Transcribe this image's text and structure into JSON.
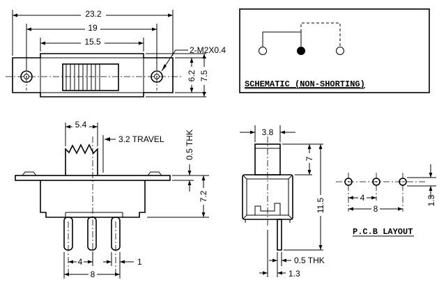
{
  "top_view": {
    "dim_overall_length": "23.2",
    "dim_hole_spacing": "19",
    "dim_body_length": "15.5",
    "dim_body_height": "6.2",
    "dim_flange_height": "7.5",
    "hole_callout": "2-M2X0.4"
  },
  "schematic": {
    "caption": "SCHEMATIC (NON-SHORTING)"
  },
  "front_view": {
    "dim_actuator_width": "5.4",
    "travel_label": "3.2 TRAVEL",
    "dim_flange_thickness": "0.5 THK",
    "dim_body_height": "7.2",
    "dim_pin_pitch": "4",
    "dim_pin_span": "8",
    "dim_pin_width": "1"
  },
  "side_view": {
    "dim_actuator_width": "3.8",
    "dim_actuator_height": "7",
    "dim_overall_height": "11.5",
    "dim_pin_thickness": "0.5 THK",
    "dim_pin_offset": "1.3"
  },
  "pcb_layout": {
    "caption": "P.C.B LAYOUT",
    "dim_pitch": "4",
    "dim_span": "8",
    "dim_row_offset": "1.3"
  }
}
